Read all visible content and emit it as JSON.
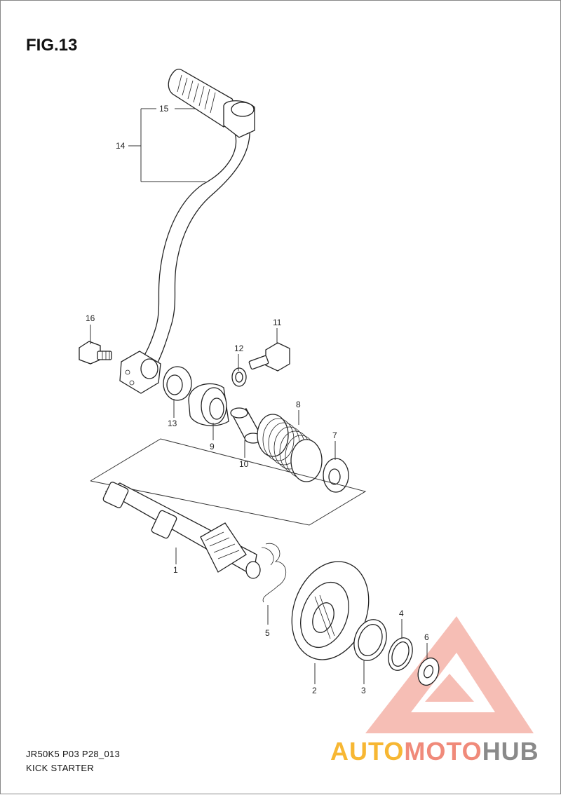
{
  "figure": {
    "title": "FIG.13",
    "code": "JR50K5 P03 P28_013",
    "subtitle": "KICK STARTER"
  },
  "parts": [
    {
      "id": "1"
    },
    {
      "id": "2"
    },
    {
      "id": "3"
    },
    {
      "id": "4"
    },
    {
      "id": "5"
    },
    {
      "id": "6"
    },
    {
      "id": "7"
    },
    {
      "id": "8"
    },
    {
      "id": "9"
    },
    {
      "id": "10"
    },
    {
      "id": "11"
    },
    {
      "id": "12"
    },
    {
      "id": "13"
    },
    {
      "id": "14"
    },
    {
      "id": "15"
    },
    {
      "id": "16"
    }
  ],
  "watermark": {
    "word_a": "AUTO",
    "word_b": "MOTO",
    "word_c": "HUB",
    "colors": [
      "#f7b733",
      "#f08a7a",
      "#8a8a8a"
    ]
  }
}
